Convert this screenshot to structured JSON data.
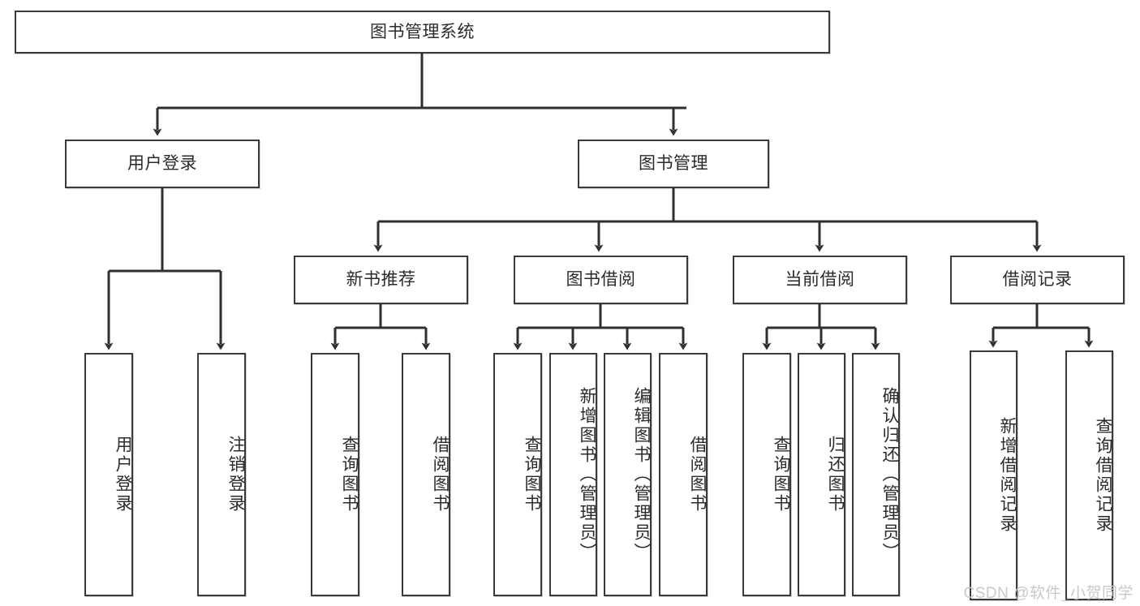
{
  "diagram": {
    "title": "图书管理系统",
    "root": {
      "label": "图书管理系统"
    },
    "level1": [
      {
        "label": "用户登录"
      },
      {
        "label": "图书管理"
      }
    ],
    "level2": [
      {
        "label": "新书推荐"
      },
      {
        "label": "图书借阅"
      },
      {
        "label": "当前借阅"
      },
      {
        "label": "借阅记录"
      }
    ],
    "leaves": {
      "user_login": [
        {
          "label": "用户登录"
        },
        {
          "label": "注销登录"
        }
      ],
      "new_book_recommend": [
        {
          "label": "查询图书"
        },
        {
          "label": "借阅图书"
        }
      ],
      "book_borrow": [
        {
          "label": "查询图书"
        },
        {
          "label": "新增图书（管理员）"
        },
        {
          "label": "编辑图书（管理员）"
        },
        {
          "label": "借阅图书"
        }
      ],
      "current_borrow": [
        {
          "label": "查询图书"
        },
        {
          "label": "归还图书"
        },
        {
          "label": "确认归还（管理员）"
        }
      ],
      "borrow_record": [
        {
          "label": "新增借阅记录"
        },
        {
          "label": "查询借阅记录"
        }
      ]
    }
  },
  "watermark": {
    "text": "CSDN @软件_小贺同学"
  },
  "colors": {
    "border": "#3a3a3a",
    "text": "#2b2b2b",
    "edge": "#2f2f2f",
    "background": "#ffffff",
    "watermark": "#c9c9c9"
  }
}
